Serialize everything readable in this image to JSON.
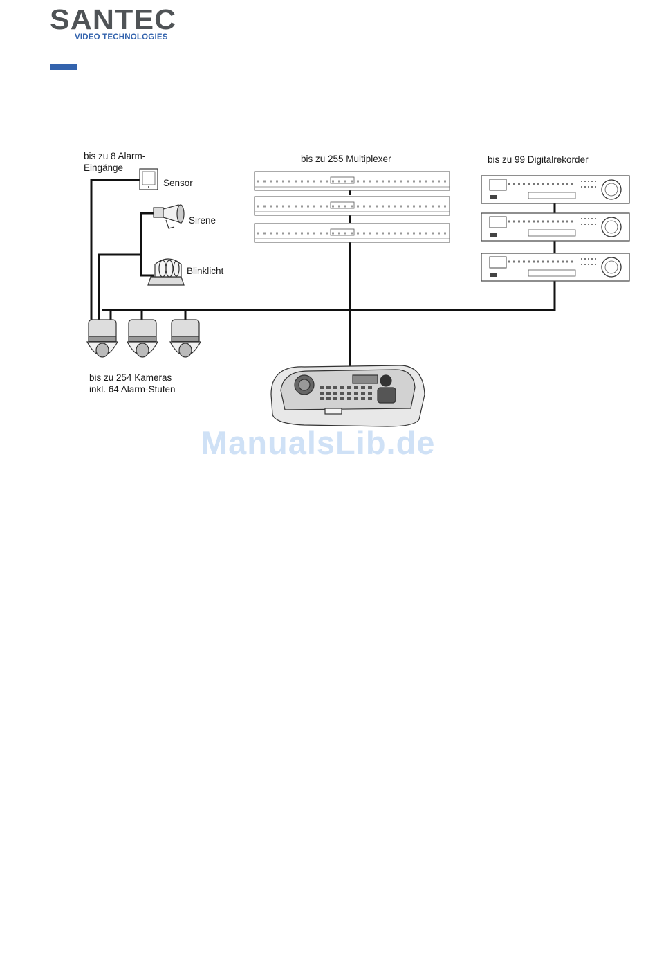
{
  "logo": {
    "brand": "SANTEC",
    "tagline": "VIDEO TECHNOLOGIES",
    "color_primary": "#4f5356",
    "color_accent": "#3363ad"
  },
  "diagram": {
    "alarm_inputs_label_line1": "bis zu 8 Alarm-",
    "alarm_inputs_label_line2": "Eingänge",
    "sensor_label": "Sensor",
    "siren_label": "Sirene",
    "strobe_label": "Blinklicht",
    "multiplexer_label": "bis zu 255 Multiplexer",
    "dvr_label": "bis zu 99 Digitalrekorder",
    "cameras_label_line1": "bis zu 254 Kameras",
    "cameras_label_line2": "inkl. 64 Alarm-Stufen",
    "multiplexer_count": 3,
    "dvr_count": 3,
    "camera_count": 3,
    "line_color": "#111111"
  },
  "watermark": {
    "text": "ManualsLib.de",
    "color": "#cfe1f6"
  }
}
